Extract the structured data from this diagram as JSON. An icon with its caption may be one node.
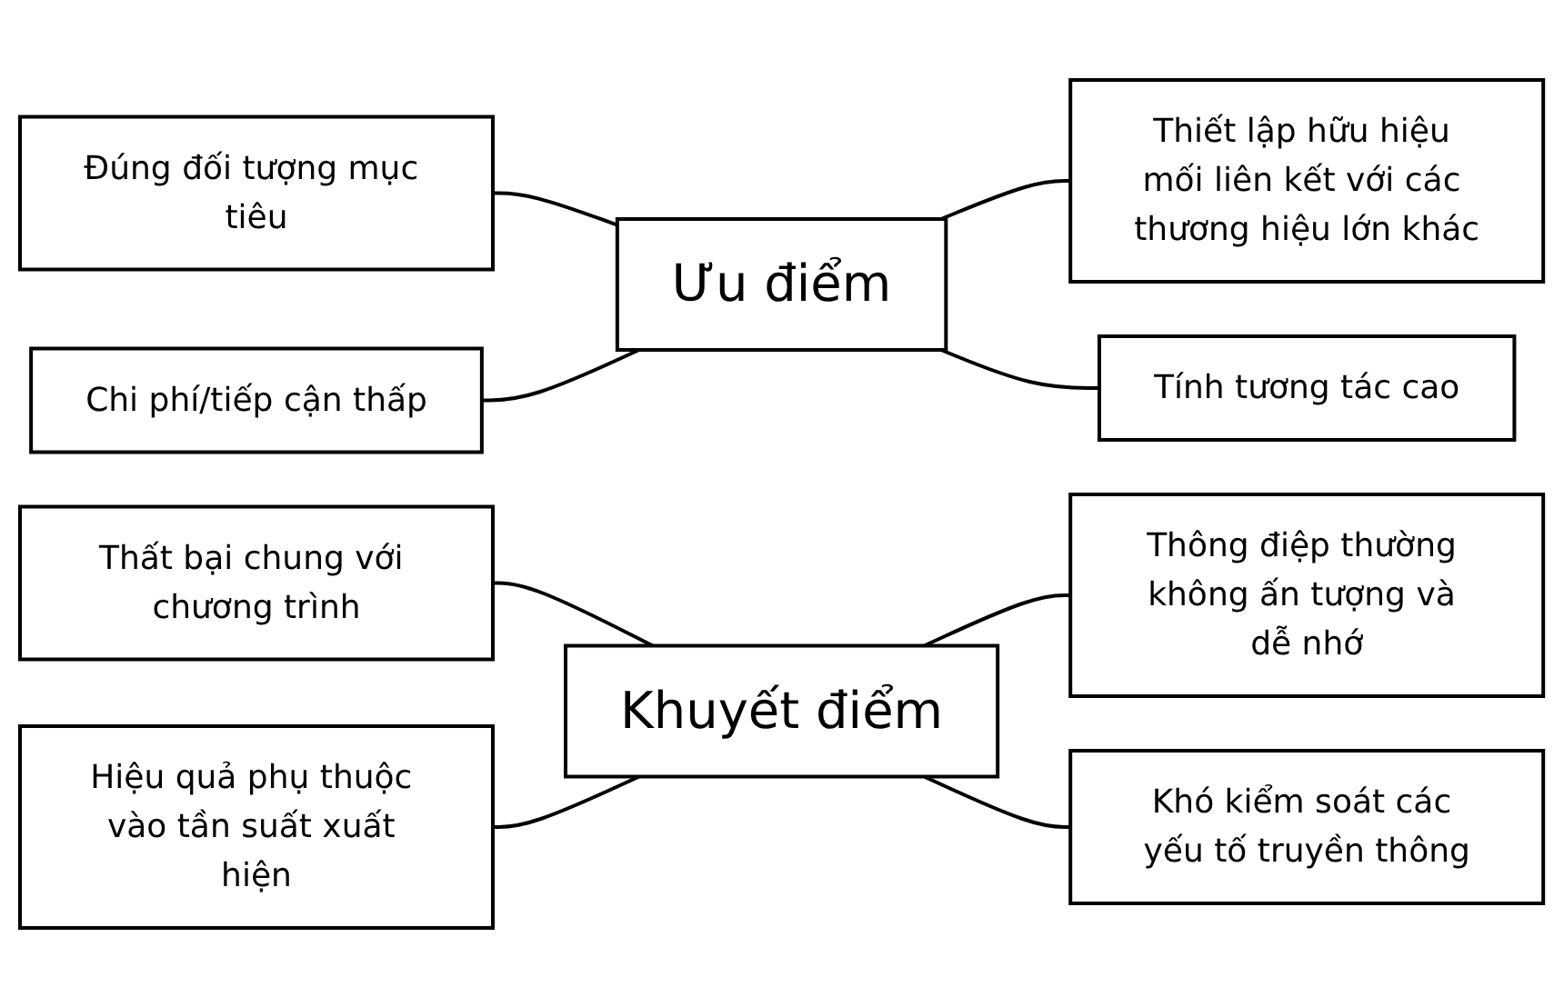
{
  "diagram": {
    "nodes": [
      {
        "text": [
          "Đúng đối tượng mục tiêu"
        ]
      },
      {
        "text": [
          "Thiết lập hữu hiệu mối liên kết với các thương hiệu lớn khác"
        ]
      },
      {
        "text": [
          "Ưu điểm"
        ]
      },
      {
        "text": [
          "Chi phí/tiếp cận thấp"
        ]
      },
      {
        "text": [
          "Tính tương tác cao"
        ]
      },
      {
        "text": [
          "Thất bại chung với chương trình"
        ]
      },
      {
        "text": [
          "Thông điệp thường không ấn tượng và dễ nhớ"
        ]
      },
      {
        "text": [
          "Khuyết điểm"
        ]
      },
      {
        "text": [
          "Hiệu quả phụ thuộc vào tần suất xuất hiện"
        ]
      },
      {
        "text": [
          "Khó kiểm soát các yếu tố truyền thông"
        ]
      }
    ],
    "edges": [
      {
        "from": 0,
        "to": 2,
        "arrow": "none"
      },
      {
        "from": 2,
        "to": 1,
        "arrow": "none"
      },
      {
        "from": 3,
        "to": 2,
        "arrow": "none"
      },
      {
        "from": 2,
        "to": 4,
        "arrow": "none"
      },
      {
        "from": 5,
        "to": 7,
        "arrow": "none"
      },
      {
        "from": 7,
        "to": 6,
        "arrow": "none"
      },
      {
        "from": 8,
        "to": 7,
        "arrow": "none"
      },
      {
        "from": 7,
        "to": 9,
        "arrow": "none"
      }
    ]
  }
}
